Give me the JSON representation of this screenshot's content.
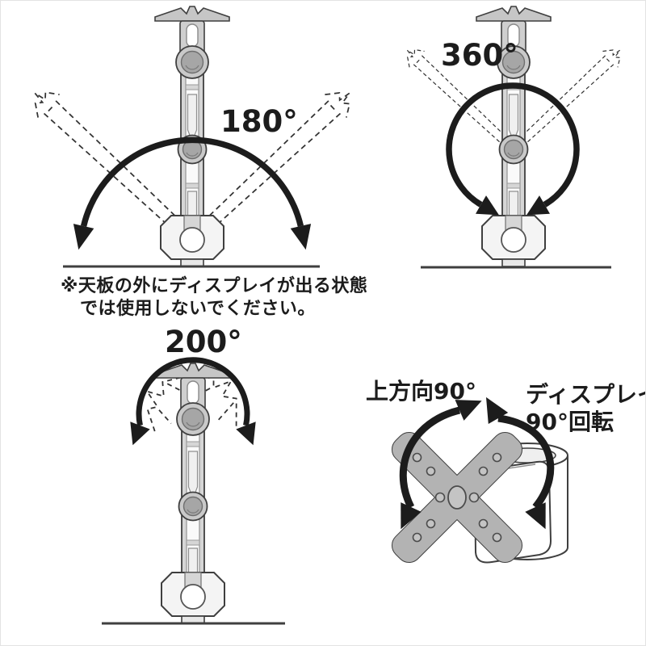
{
  "image": {
    "type": "monitor-arm-feature-diagram",
    "background": "#ffffff"
  },
  "colors": {
    "outline": "#3f3f3f",
    "arrow": "#1c1c1c",
    "arm_fill": "#d6d6d6",
    "knob_fill": "#a6a6a6",
    "vesa_plate_fill": "#b3b3b3",
    "ghost_stroke": "#333333"
  },
  "diagrams": {
    "swivel_180": {
      "angle": "180°",
      "note_line1": "※天板の外にディスプレイが出る状態",
      "note_line2": "では使用しないでください。"
    },
    "rotate_360": {
      "angle": "360°"
    },
    "swivel_200": {
      "angle": "200°"
    },
    "tilt_rotate": {
      "tilt_label": "上方向90°",
      "rotate_label_line1": "ディスプレイ",
      "rotate_label_line2": "90°回転"
    }
  }
}
